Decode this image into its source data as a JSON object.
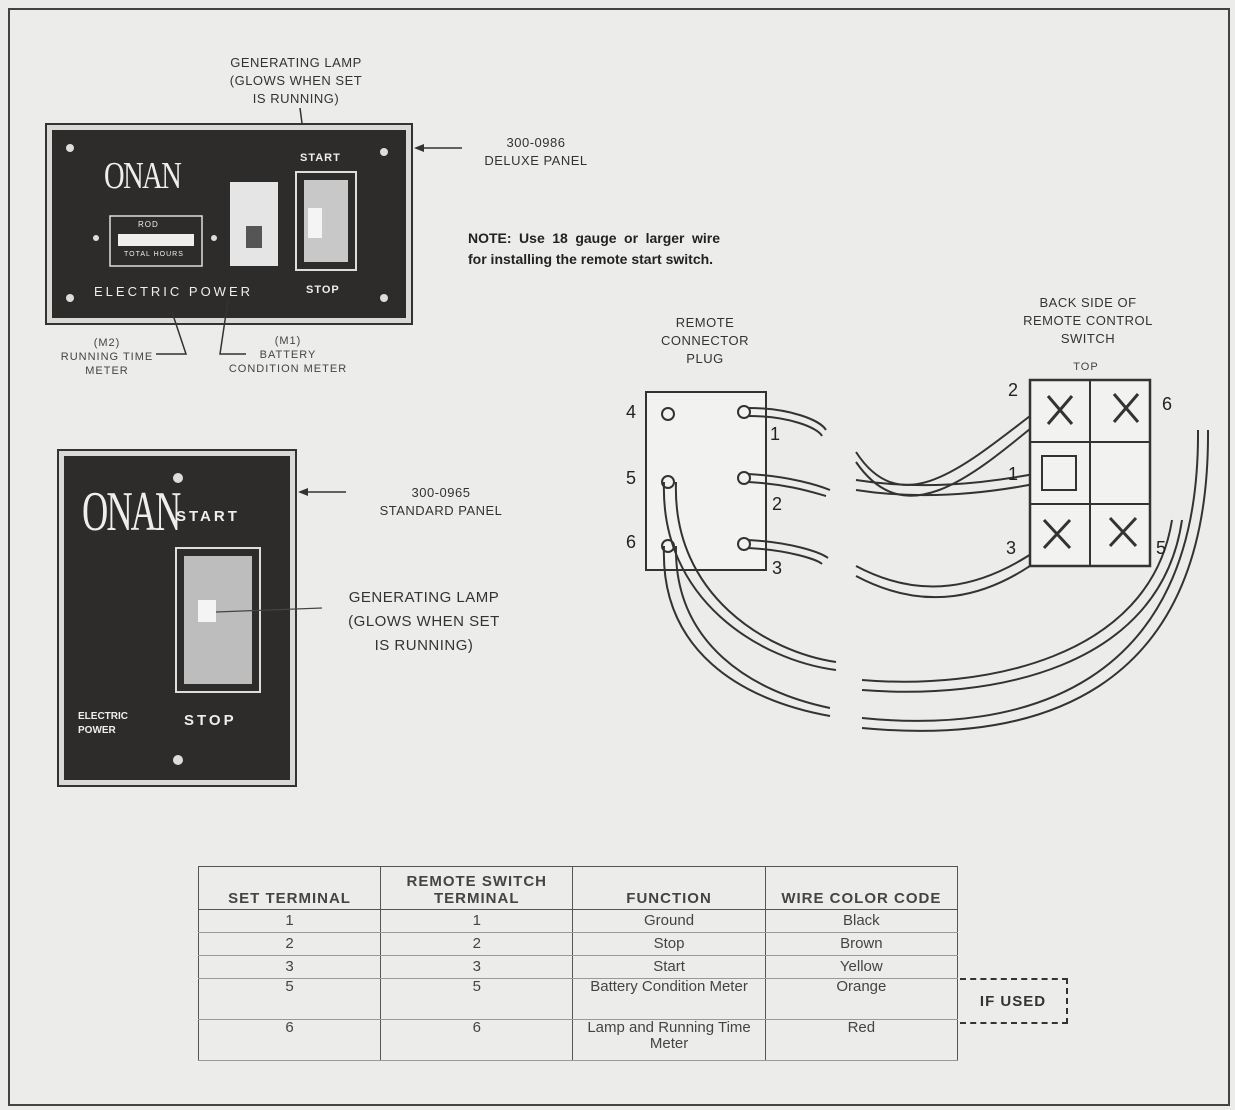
{
  "deluxe_panel": {
    "brand": "ONAN",
    "start": "START",
    "stop": "STOP",
    "footer": "ELECTRIC POWER",
    "meter_text_1": "ROD",
    "meter_text_2": "TOTAL HOURS",
    "lamp_callout": [
      "GENERATING LAMP",
      "(GLOWS WHEN SET",
      "IS RUNNING)"
    ],
    "part_number": "300-0986",
    "part_name": "DELUXE PANEL",
    "m2_code": "(M2)",
    "m2_label": [
      "RUNNING TIME",
      "METER"
    ],
    "m1_code": "(M1)",
    "m1_label": [
      "BATTERY",
      "CONDITION METER"
    ]
  },
  "note": "NOTE: Use 18 gauge or larger wire for installing the remote start switch.",
  "standard_panel": {
    "brand": "ONAN",
    "start": "START",
    "stop": "STOP",
    "footer_1": "ELECTRIC",
    "footer_2": "POWER",
    "part_number": "300-0965",
    "part_name": "STANDARD PANEL",
    "lamp_callout": [
      "GENERATING LAMP",
      "(GLOWS WHEN SET",
      "IS RUNNING)"
    ]
  },
  "connector": {
    "title": [
      "REMOTE",
      "CONNECTOR",
      "PLUG"
    ],
    "pins_left": [
      "4",
      "5",
      "6"
    ],
    "pins_right": [
      "1",
      "2",
      "3"
    ]
  },
  "switch": {
    "title": [
      "BACK SIDE OF",
      "REMOTE CONTROL",
      "SWITCH"
    ],
    "top": "TOP",
    "terminals": [
      "1",
      "2",
      "3",
      "5",
      "6"
    ]
  },
  "table": {
    "headers": [
      "SET TERMINAL",
      "REMOTE SWITCH TERMINAL",
      "FUNCTION",
      "WIRE COLOR CODE"
    ],
    "rows": [
      [
        "1",
        "1",
        "Ground",
        "Black"
      ],
      [
        "2",
        "2",
        "Stop",
        "Brown"
      ],
      [
        "3",
        "3",
        "Start",
        "Yellow"
      ],
      [
        "5",
        "5",
        "Battery Condition Meter",
        "Orange"
      ],
      [
        "6",
        "6",
        "Lamp and Running Time Meter",
        "Red"
      ]
    ],
    "if_used": "IF USED"
  }
}
